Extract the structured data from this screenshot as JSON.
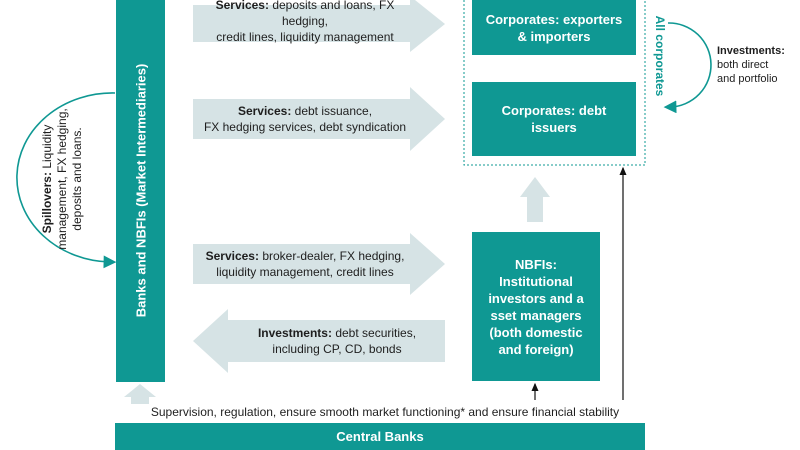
{
  "colors": {
    "teal": "#0f9893",
    "arrow_fill": "#d6e3e5",
    "text": "#1e1e1e",
    "line": "#111111"
  },
  "left_bar": {
    "label": "Banks and NBFIs (Market Intermediaries)"
  },
  "spillovers": {
    "title": "Spillovers:",
    "text": "Liquidity management, FX hedging, deposits and loans.",
    "line1": "Liquidity",
    "line2": "management, FX hedging,",
    "line3": "deposits and loans."
  },
  "arrows": [
    {
      "direction": "right",
      "title": "Services:",
      "line1": "deposits and loans, FX hedging,",
      "line2": "credit lines, liquidity management"
    },
    {
      "direction": "right",
      "title": "Services:",
      "line1": "debt issuance,",
      "line2": "FX hedging services, debt syndication"
    },
    {
      "direction": "right",
      "title": "Services:",
      "line1": "broker-dealer, FX hedging,",
      "line2": "liquidity management, credit lines"
    },
    {
      "direction": "left",
      "title": "Investments:",
      "line1": "debt securities,",
      "line2": "including CP, CD, bonds"
    }
  ],
  "corporates": {
    "group_label": "All corporates",
    "exporters": {
      "line1": "Corporates: exporters",
      "line2": "& importers"
    },
    "debt_issuers": {
      "line1": "Corporates: debt",
      "line2": "issuers"
    }
  },
  "investments_note": {
    "title": "Investments:",
    "line1": "both direct",
    "line2": "and portfolio"
  },
  "nbfis": {
    "line1": "NBFIs:",
    "line2": "Institutional",
    "line3": "investors and a",
    "line4": "sset managers",
    "line5": "(both domestic",
    "line6": "and foreign)"
  },
  "supervision": {
    "text": "Supervision, regulation, ensure smooth market functioning* and ensure financial stability"
  },
  "central_banks": {
    "label": "Central Banks"
  }
}
